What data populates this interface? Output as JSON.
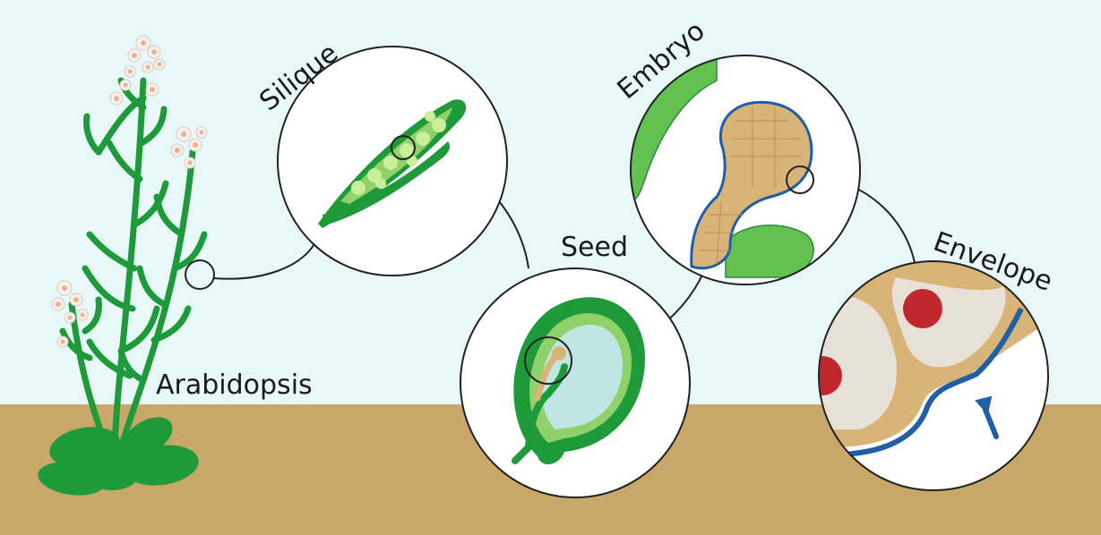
{
  "labels": {
    "arabidopsis": "Arabidopsis",
    "silique": "Silique",
    "seed": "Seed",
    "embryo": "Embryo",
    "envelope": "Envelope"
  },
  "colors": {
    "sky": "#e8f7f8",
    "soil": "#c8a868",
    "plant_green": "#1f9a3a",
    "light_green": "#8fd16a",
    "seed_fluid": "#bfe6e3",
    "embryo_tan": "#d8b478",
    "membrane_blue": "#1f5fa8",
    "nucleus_red": "#c2262e",
    "flower_white": "#f7f2ee",
    "flower_center": "#f0b090"
  }
}
